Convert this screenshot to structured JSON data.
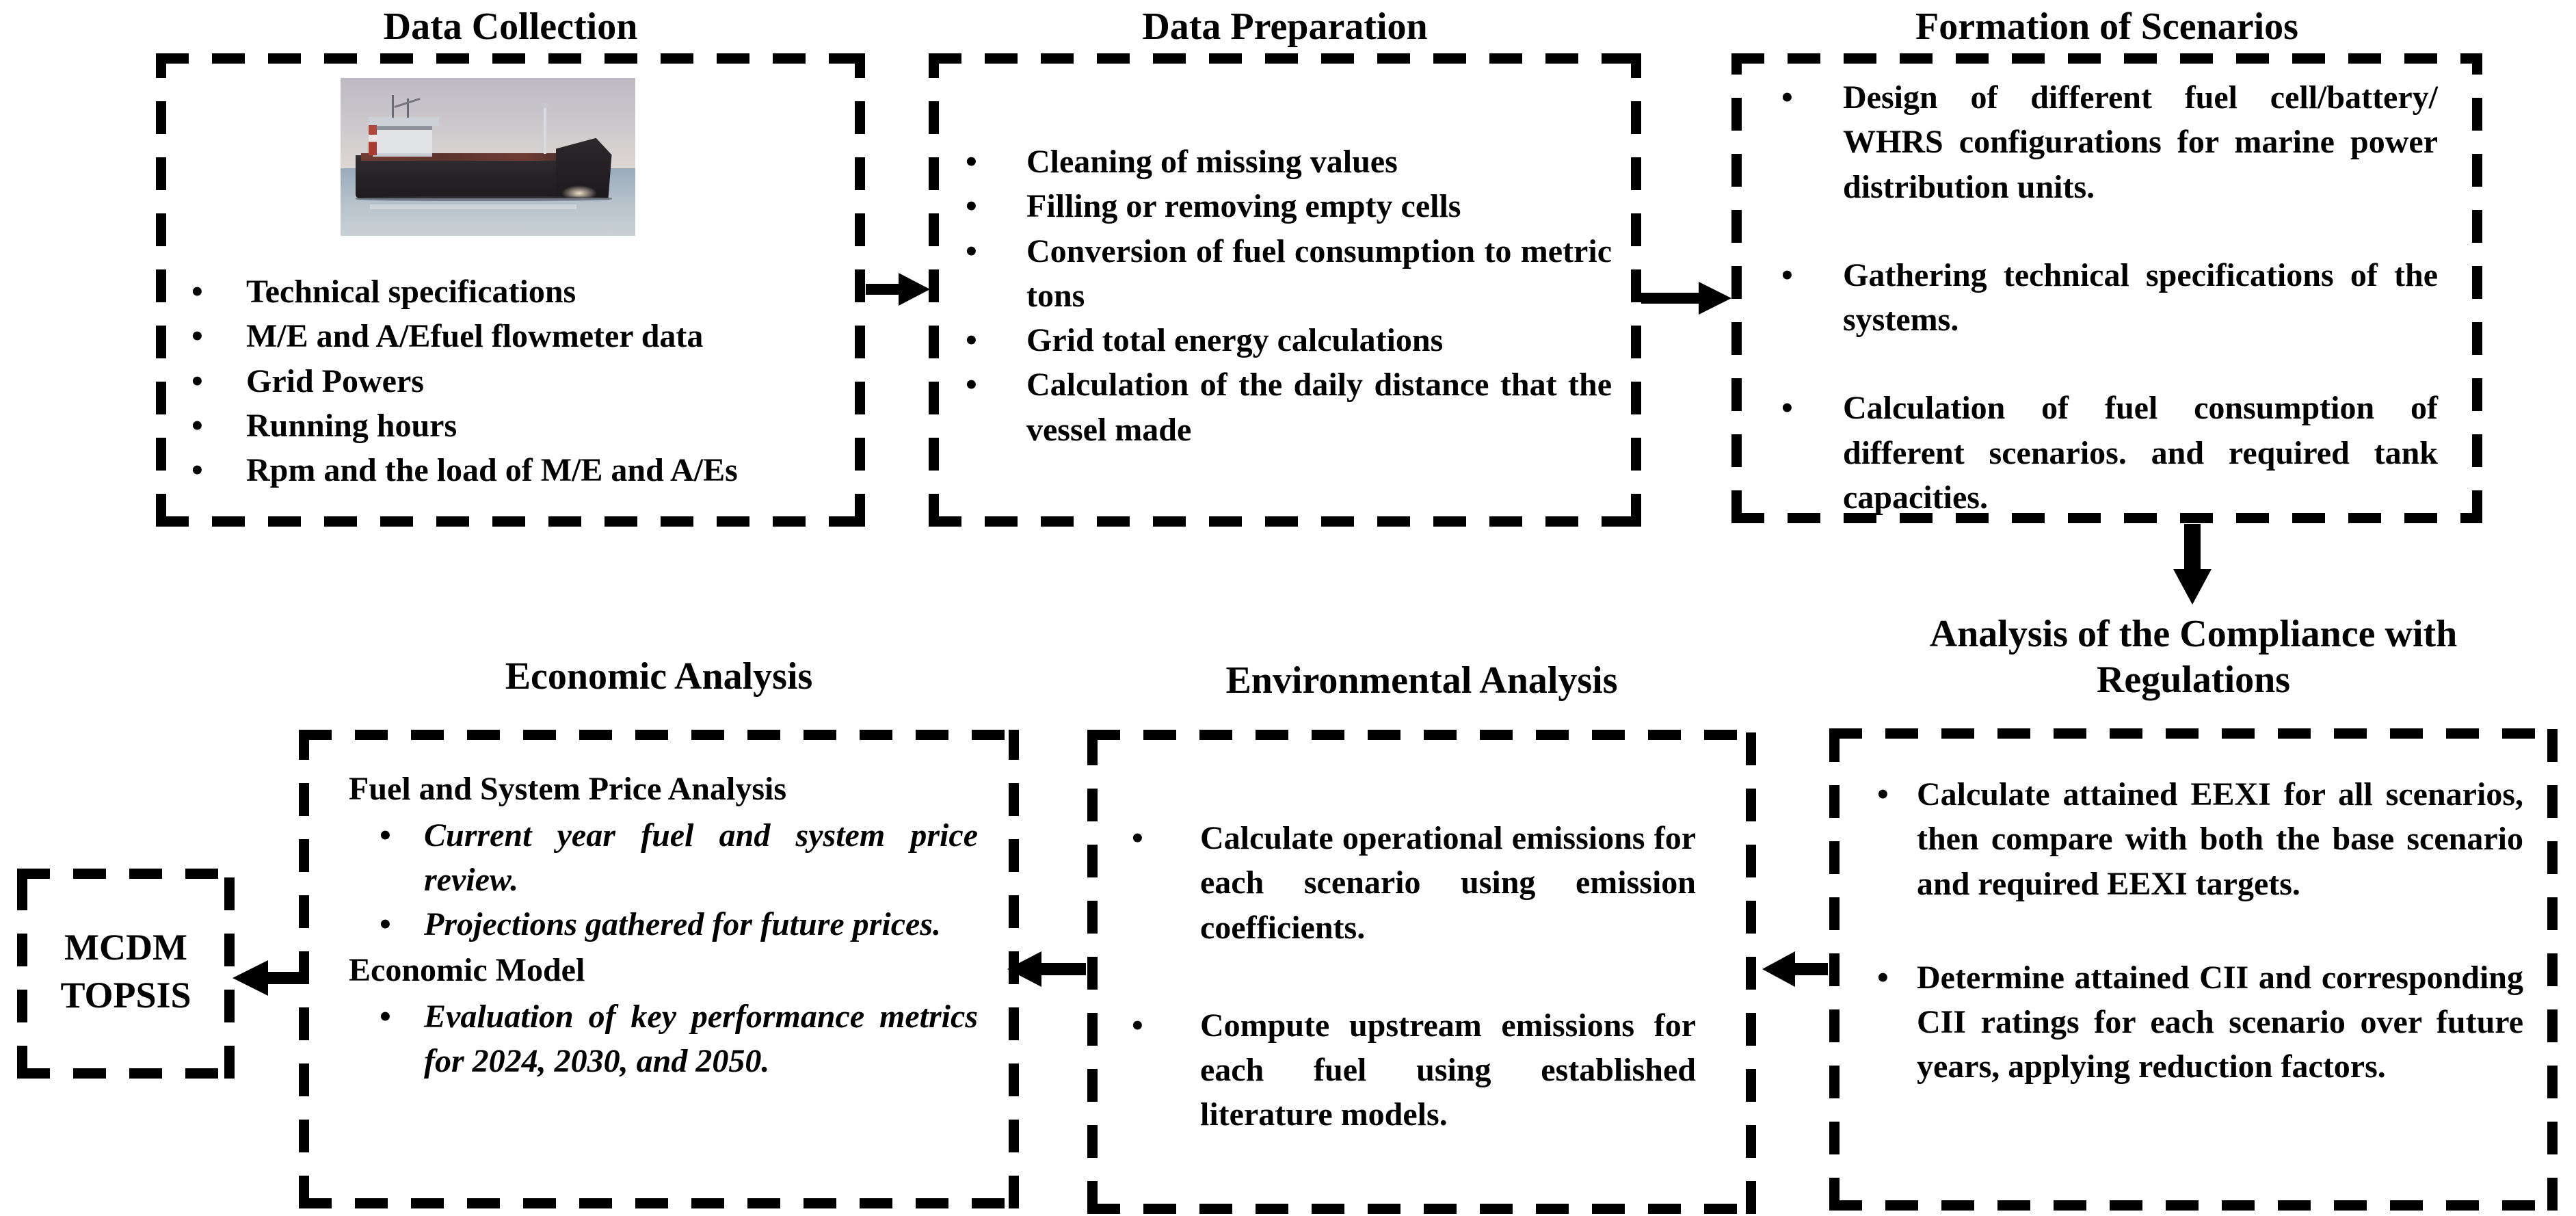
{
  "figure": {
    "boxes": {
      "data_collection": {
        "title": "Data Collection",
        "items": [
          "Technical specifications",
          "M/E and A/Efuel flowmeter data",
          "Grid Powers",
          "Running hours",
          "Rpm and the load of M/E and A/Es"
        ]
      },
      "data_preparation": {
        "title": "Data Preparation",
        "items": [
          "Cleaning of missing values",
          "Filling or removing empty cells",
          "Conversion of fuel consumption to metric tons",
          "Grid total energy calculations",
          "Calculation of the daily distance that the vessel made"
        ]
      },
      "formation_of_scenarios": {
        "title": "Formation of Scenarios",
        "items": [
          "Design of different fuel cell/battery/ WHRS configurations for marine power distribution units.",
          "Gathering technical specifications of the systems.",
          "Calculation of fuel consumption of different scenarios. and required tank capacities."
        ]
      },
      "compliance": {
        "title": "Analysis of the Compliance with Regulations",
        "items": [
          "Calculate attained EEXI for all scenarios, then compare with both the base scenario and required EEXI targets.",
          "Determine attained CII and corresponding CII ratings for each scenario over future years, applying reduction factors."
        ]
      },
      "environmental": {
        "title": "Environmental Analysis",
        "items": [
          "Calculate operational emissions for each scenario using emission coefficients.",
          "Compute upstream emissions for each fuel using established literature models."
        ]
      },
      "economic": {
        "title": "Economic Analysis",
        "sections": [
          {
            "heading": "Fuel and System Price Analysis",
            "items": [
              "Current year fuel and system price review.",
              "Projections gathered for future prices."
            ]
          },
          {
            "heading": "Economic Model",
            "items": [
              "Evaluation of key performance metrics for 2024, 2030, and 2050."
            ]
          }
        ]
      },
      "mcdm": {
        "line1": "MCDM",
        "line2": "TOPSIS"
      }
    },
    "ship_photo": {
      "description": "bulk carrier cargo ship at sea",
      "colors": {
        "sky_top": "#bdbac3",
        "sky_bottom": "#dcd7d3",
        "sea_top": "#9aabbb",
        "sea_bottom": "#c9d1d6",
        "hull": "#272327",
        "superstructure": "#e2e3e7",
        "accent_red": "#a73b31"
      }
    },
    "colors": {
      "line": "#000000",
      "text": "#000000",
      "background": "#ffffff"
    }
  }
}
